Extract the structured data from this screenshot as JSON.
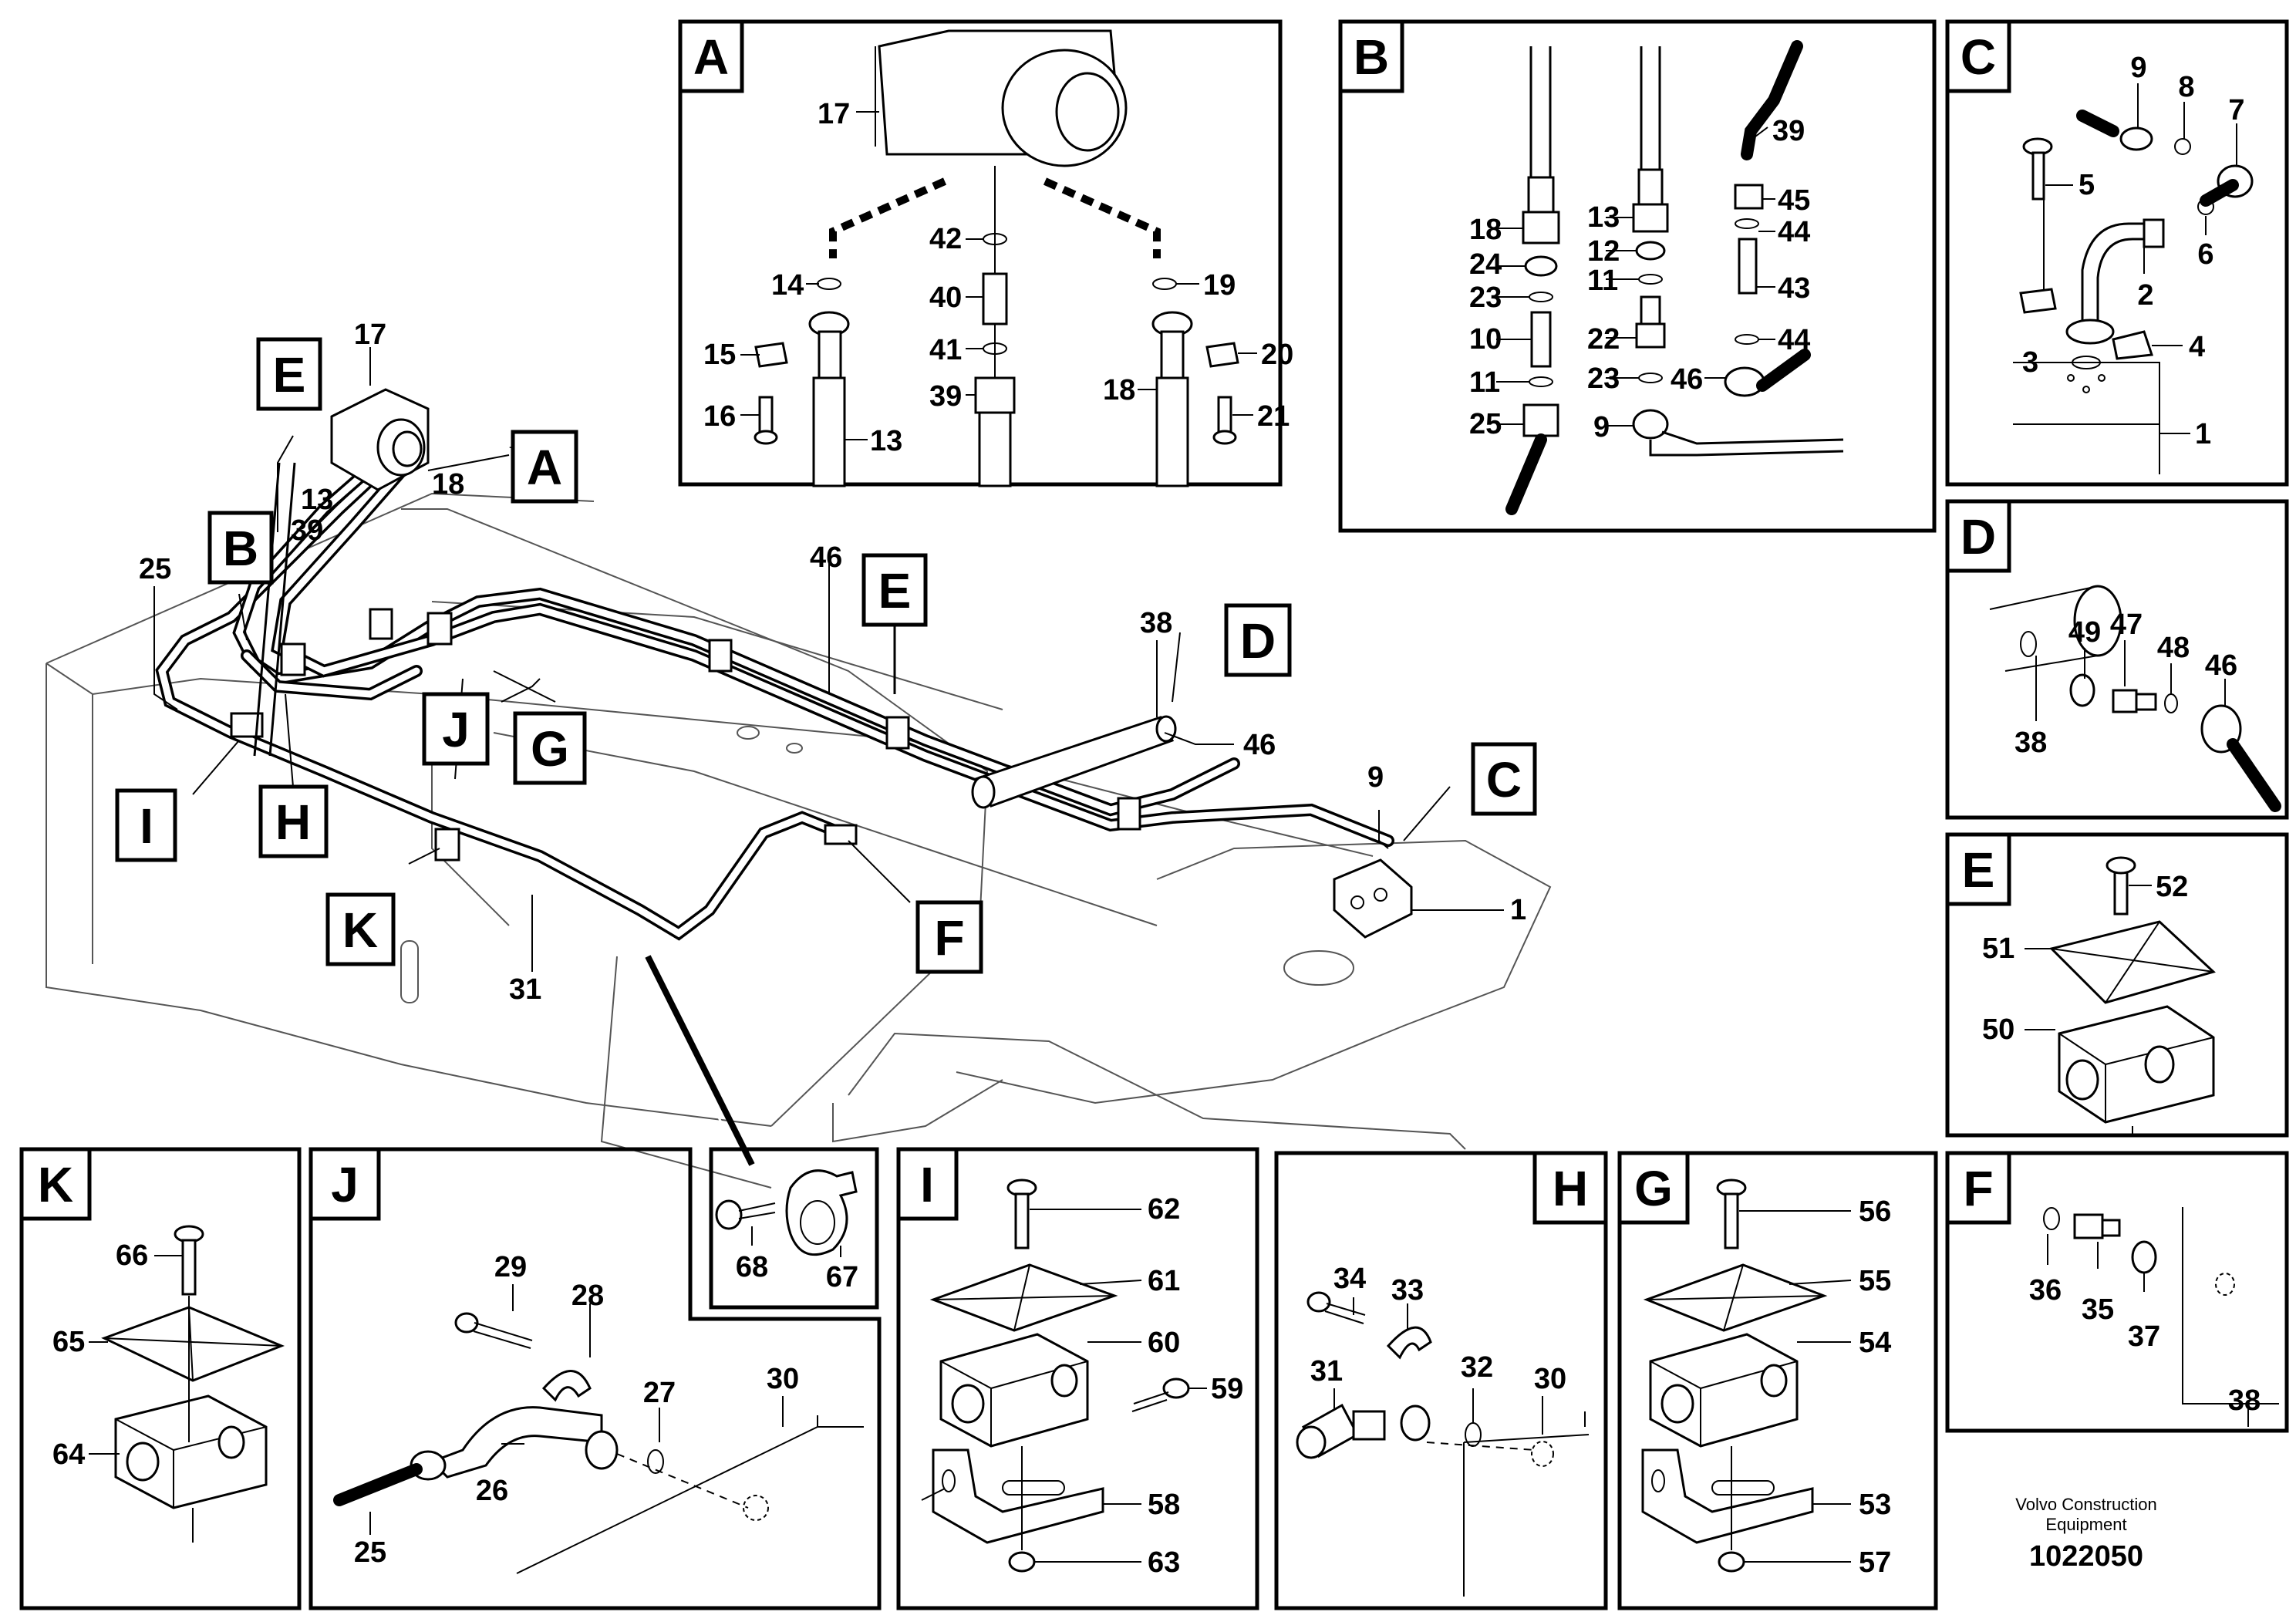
{
  "detail_views": [
    {
      "id": "A",
      "labels": [
        "17",
        "42",
        "14",
        "19",
        "40",
        "15",
        "20",
        "41",
        "39",
        "18",
        "16",
        "21",
        "13"
      ]
    },
    {
      "id": "B",
      "labels": [
        "39",
        "13",
        "45",
        "18",
        "44",
        "12",
        "24",
        "11",
        "43",
        "23",
        "22",
        "10",
        "23",
        "11",
        "46",
        "25",
        "9",
        "44"
      ]
    },
    {
      "id": "C",
      "labels": [
        "9",
        "8",
        "7",
        "5",
        "6",
        "2",
        "3",
        "4",
        "1"
      ]
    },
    {
      "id": "D",
      "labels": [
        "49",
        "47",
        "48",
        "46",
        "38"
      ]
    },
    {
      "id": "E",
      "labels": [
        "52",
        "51",
        "50"
      ]
    },
    {
      "id": "F",
      "labels": [
        "36",
        "35",
        "37",
        "38"
      ]
    },
    {
      "id": "G",
      "labels": [
        "56",
        "55",
        "54",
        "53",
        "57"
      ]
    },
    {
      "id": "H",
      "labels": [
        "34",
        "33",
        "31",
        "32",
        "30"
      ]
    },
    {
      "id": "I",
      "labels": [
        "62",
        "61",
        "60",
        "59",
        "58",
        "63"
      ]
    },
    {
      "id": "J",
      "labels": [
        "29",
        "28",
        "27",
        "30",
        "26",
        "25"
      ]
    },
    {
      "id": "K",
      "labels": [
        "66",
        "65",
        "64"
      ]
    },
    {
      "id": "clamp",
      "labels": [
        "68",
        "67"
      ]
    }
  ],
  "overview_callouts": [
    "E",
    "A",
    "B",
    "E",
    "D",
    "C",
    "J",
    "G",
    "I",
    "H",
    "K",
    "F"
  ],
  "overview_labels": [
    "17",
    "13",
    "18",
    "39",
    "25",
    "46",
    "38",
    "46",
    "9",
    "1",
    "31"
  ],
  "footer": {
    "company_line1": "Volvo Construction",
    "company_line2": "Equipment",
    "drawing_number": "1022050"
  }
}
